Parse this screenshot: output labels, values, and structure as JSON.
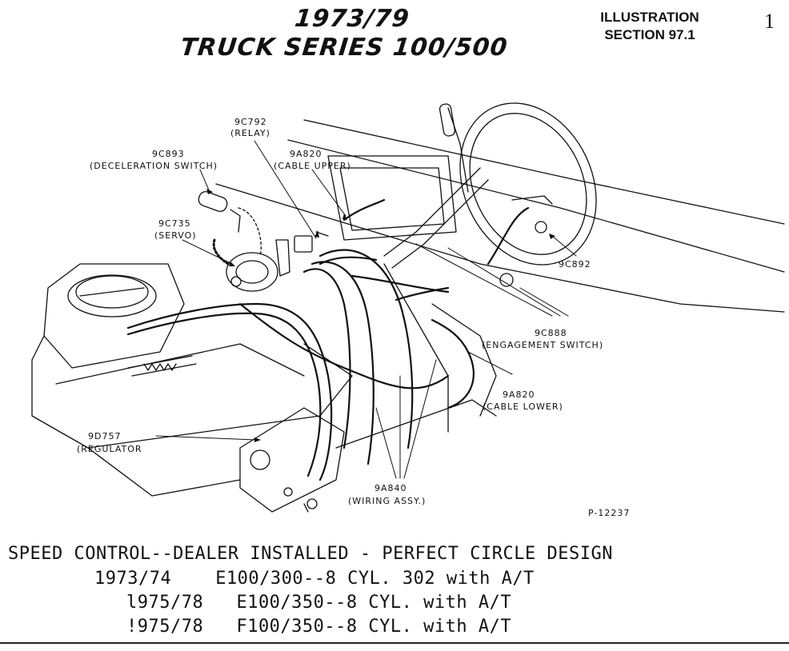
{
  "header": {
    "title_line1": "1973/79",
    "title_line2": "TRUCK SERIES 100/500",
    "section_line1": "ILLUSTRATION",
    "section_line2": "SECTION 97.1",
    "page_number": "1"
  },
  "callouts": {
    "relay_code": "9C792",
    "relay_name": "(RELAY)",
    "decel_code": "9C893",
    "decel_name": "(DECELERATION SWITCH)",
    "cable_upper_code": "9A820",
    "cable_upper_name": "(CABLE UPPER)",
    "servo_code": "9C735",
    "servo_name": "(SERVO)",
    "part_9c892": "9C892",
    "engage_code": "9C888",
    "engage_name": "(ENGAGEMENT SWITCH)",
    "cable_lower_code": "9A820",
    "cable_lower_name": "(CABLE LOWER)",
    "regulator_code": "9D757",
    "regulator_name": "(REGULATOR",
    "wiring_code": "9A840",
    "wiring_name": "(WIRING ASSY.)",
    "figure_id": "P-12237"
  },
  "caption": {
    "line1": "SPEED CONTROL--DEALER INSTALLED - PERFECT CIRCLE DESIGN",
    "line2": "1973/74    E100/300--8 CYL. 302 with A/T",
    "line3": "l975/78   E100/350--8 CYL. with A/T",
    "line4": "!975/78   F100/350--8 CYL. with A/T"
  }
}
